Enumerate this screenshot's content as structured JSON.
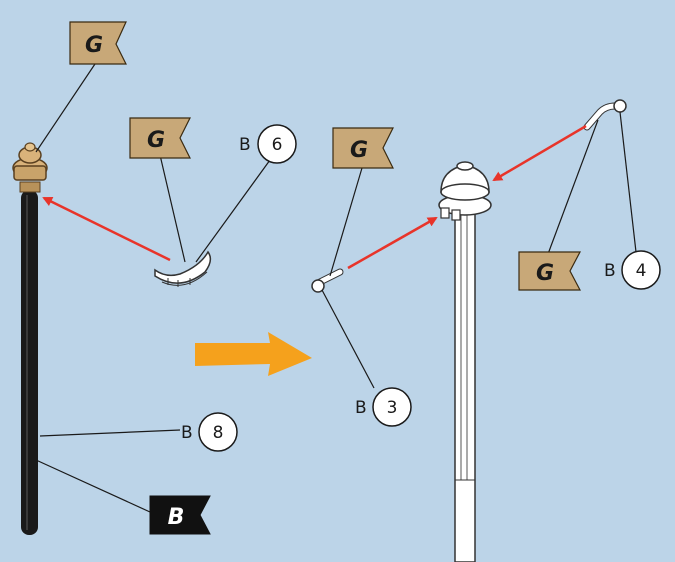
{
  "flags": {
    "g_top_left": {
      "letter": "G"
    },
    "g_middle_left": {
      "letter": "G"
    },
    "g_middle_right": {
      "letter": "G"
    },
    "g_right": {
      "letter": "G"
    },
    "b_bottom": {
      "letter": "B"
    }
  },
  "callouts": {
    "part_6": {
      "prefix": "B",
      "number": "6"
    },
    "part_8": {
      "prefix": "B",
      "number": "8"
    },
    "part_3": {
      "prefix": "B",
      "number": "3"
    },
    "part_4": {
      "prefix": "B",
      "number": "4"
    }
  },
  "colors": {
    "background": "#bcd4e8",
    "flag_gold": "#c8a878",
    "flag_black": "#111111",
    "arrow_red": "#e8342a",
    "arrow_orange": "#f5a11c",
    "pole_black": "#1a1a1a",
    "finial_gold": "#c9a36a"
  }
}
